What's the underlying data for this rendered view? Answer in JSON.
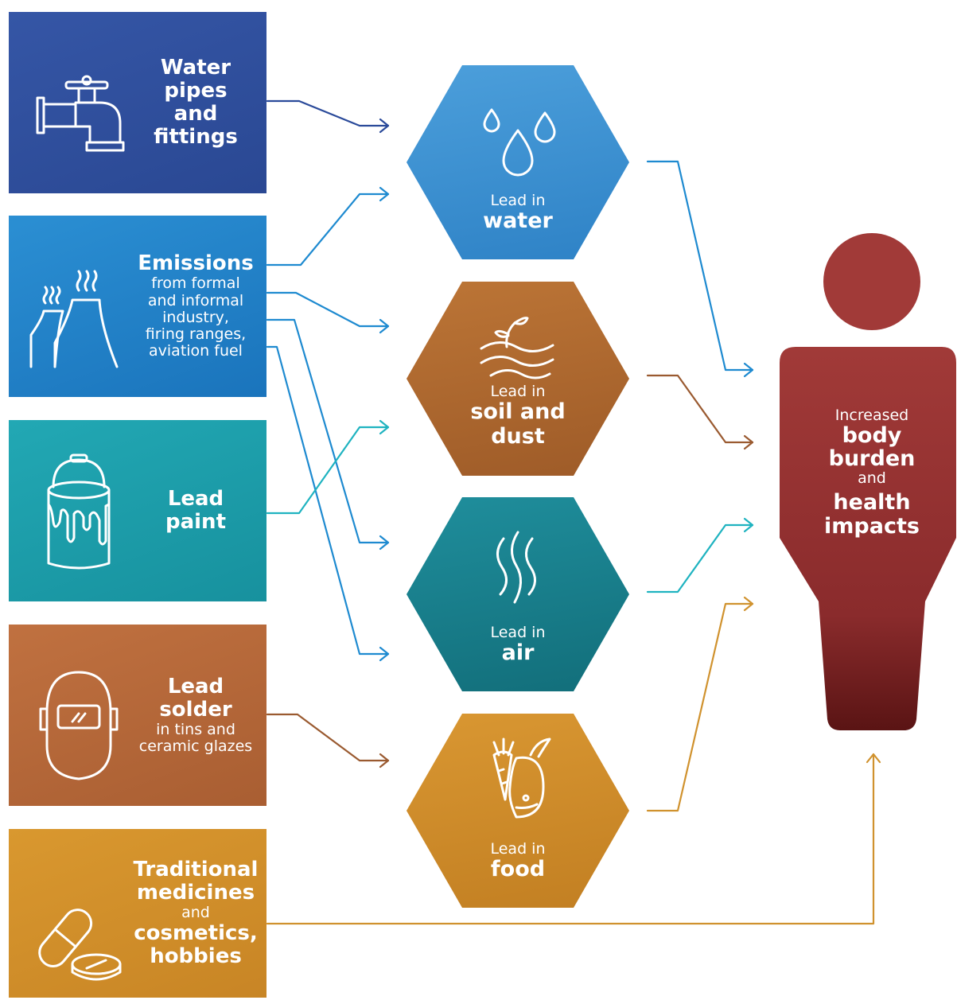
{
  "sources": [
    {
      "lines": [
        {
          "t": "Water",
          "b": true
        },
        {
          "t": "pipes",
          "b": true
        },
        {
          "t": "and",
          "b": true
        },
        {
          "t": "fittings",
          "b": true
        }
      ],
      "icon": "water-tap-icon",
      "color": "#2E4E9E"
    },
    {
      "lines": [
        {
          "t": "Emissions",
          "b": true
        },
        {
          "t": "from formal",
          "b": false
        },
        {
          "t": "and informal",
          "b": false
        },
        {
          "t": "industry,",
          "b": false
        },
        {
          "t": "firing ranges,",
          "b": false
        },
        {
          "t": "aviation fuel",
          "b": false
        }
      ],
      "icon": "factory-smokestack-icon",
      "color": "#1F83C9"
    },
    {
      "lines": [
        {
          "t": "Lead",
          "b": true
        },
        {
          "t": "paint",
          "b": true
        }
      ],
      "icon": "paint-bucket-icon",
      "color": "#1C9DAA"
    },
    {
      "lines": [
        {
          "t": "Lead",
          "b": true
        },
        {
          "t": "solder",
          "b": true
        },
        {
          "t": "in tins and",
          "b": false
        },
        {
          "t": "ceramic glazes",
          "b": false
        }
      ],
      "icon": "welding-mask-icon",
      "color": "#B8683A"
    },
    {
      "lines": [
        {
          "t": "Traditional",
          "b": true
        },
        {
          "t": "medicines",
          "b": true
        },
        {
          "t": "and",
          "b": false
        },
        {
          "t": "cosmetics,",
          "b": true
        },
        {
          "t": "hobbies",
          "b": true
        }
      ],
      "icon": "pill-capsule-icon",
      "color": "#D1902B"
    }
  ],
  "pathways": [
    {
      "small": "Lead in",
      "big_lines": [
        "water"
      ],
      "icon": "water-drops-icon",
      "color": "#3A90D2"
    },
    {
      "small": "Lead in",
      "big_lines": [
        "soil and",
        "dust"
      ],
      "icon": "soil-plant-icon",
      "color": "#B2692F"
    },
    {
      "small": "Lead in",
      "big_lines": [
        "air"
      ],
      "icon": "air-waves-icon",
      "color": "#167F8C"
    },
    {
      "small": "Lead in",
      "big_lines": [
        "food"
      ],
      "icon": "carrot-fish-icon",
      "color": "#D08B2B"
    }
  ],
  "outcome": {
    "line1": "Increased",
    "line2": "body",
    "line3": "burden",
    "line4": "and",
    "line5": "health",
    "line6": "impacts",
    "color": "#952F30"
  },
  "arrow_colors": {
    "navy": "#2A4A9A",
    "blue": "#1E8AD0",
    "teal": "#1FB3C0",
    "brown": "#9A5A30",
    "gold": "#D0922E"
  }
}
